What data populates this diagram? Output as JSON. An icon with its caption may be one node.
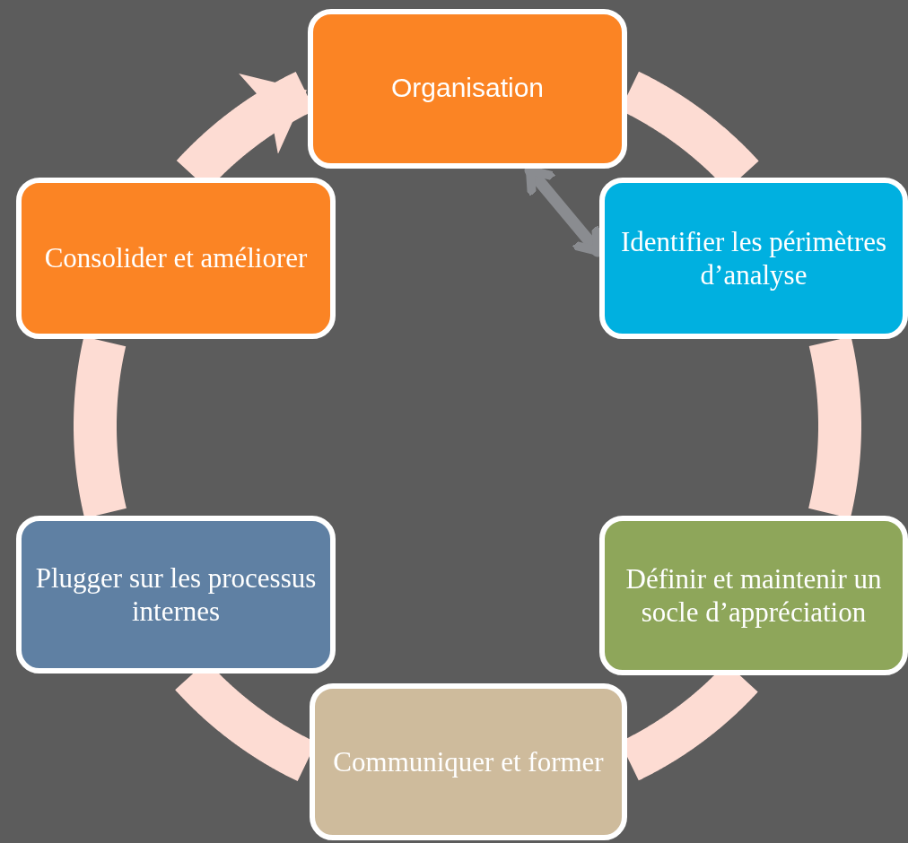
{
  "diagram": {
    "nodes": [
      {
        "text": [
          "Organisation"
        ]
      },
      {
        "text": [
          "Identifier les périmètres d’analyse"
        ]
      },
      {
        "text": [
          "Définir et maintenir un socle d’appréciation"
        ]
      },
      {
        "text": [
          "Communiquer et former"
        ]
      },
      {
        "text": [
          "Plugger sur les processus internes"
        ]
      },
      {
        "text": [
          "Consolider et améliorer"
        ]
      }
    ],
    "edges": [
      {
        "from": 0,
        "to": 1,
        "arrow": "none"
      },
      {
        "from": 1,
        "to": 2,
        "arrow": "none"
      },
      {
        "from": 2,
        "to": 3,
        "arrow": "none"
      },
      {
        "from": 3,
        "to": 4,
        "arrow": "none"
      },
      {
        "from": 4,
        "to": 5,
        "arrow": "none"
      },
      {
        "from": 5,
        "to": 0,
        "arrow": "to"
      },
      {
        "from": 0,
        "to": 1,
        "arrow": "both",
        "color": "#8a8c90"
      }
    ]
  }
}
